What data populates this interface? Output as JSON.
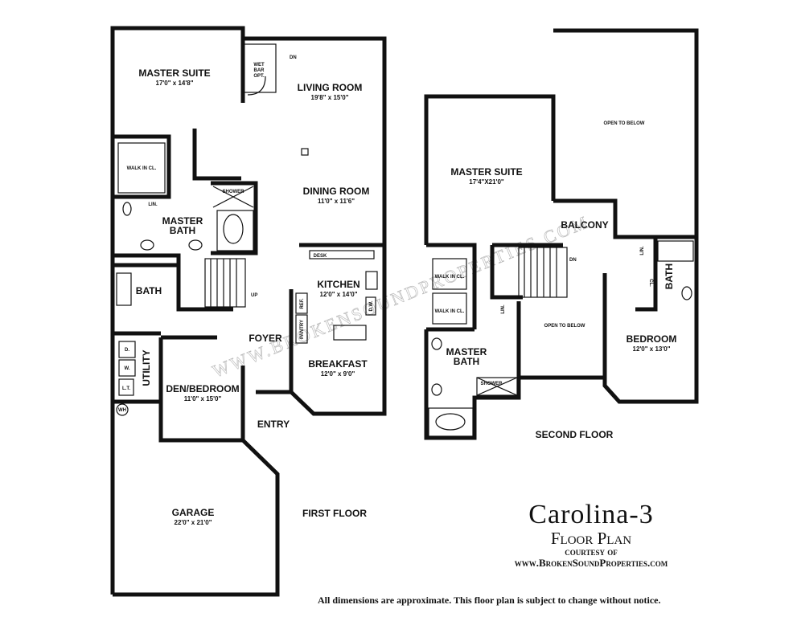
{
  "first_floor": {
    "label": "FIRST FLOOR",
    "rooms": [
      {
        "name": "MASTER SUITE",
        "dims": "17'0\" x 14'8\""
      },
      {
        "name": "LIVING ROOM",
        "dims": "19'8\" x 15'0\""
      },
      {
        "name": "DINING ROOM",
        "dims": "11'0\" x 11'6\""
      },
      {
        "name": "MASTER BATH",
        "dims": ""
      },
      {
        "name": "BATH",
        "dims": ""
      },
      {
        "name": "KITCHEN",
        "dims": "12'0\" x 14'0\""
      },
      {
        "name": "BREAKFAST",
        "dims": "12'0\" x 9'0\""
      },
      {
        "name": "FOYER",
        "dims": ""
      },
      {
        "name": "DEN/BEDROOM",
        "dims": "11'0\" x 15'0\""
      },
      {
        "name": "ENTRY",
        "dims": ""
      },
      {
        "name": "GARAGE",
        "dims": "22'0\" x 21'0\""
      },
      {
        "name": "UTILITY",
        "dims": ""
      }
    ],
    "fixtures": {
      "wet_bar": [
        "WET",
        "BAR",
        "OPT."
      ],
      "dn": "DN",
      "walk_in_closet": "WALK IN CL.",
      "linen": "LIN.",
      "shower": "SHOWER",
      "desk": "DESK",
      "ref": "REF.",
      "pantry": "PANTRY",
      "dw": "D.W.",
      "up": "UP",
      "dryer": "D.",
      "washer": "W.",
      "laundry_tub": "L.T.",
      "water_heater": "WH"
    }
  },
  "second_floor": {
    "label": "SECOND FLOOR",
    "rooms": [
      {
        "name": "MASTER SUITE",
        "dims": "17'4\"X21'0\""
      },
      {
        "name": "BALCONY",
        "dims": ""
      },
      {
        "name": "BEDROOM",
        "dims": "12'0\" x 13'0\""
      },
      {
        "name": "MASTER BATH",
        "dims": ""
      },
      {
        "name": "BATH",
        "dims": ""
      }
    ],
    "fixtures": {
      "open_to_below_1": "OPEN TO BELOW",
      "open_to_below_2": "OPEN TO BELOW",
      "walk_in_closet_1": "WALK IN CL.",
      "walk_in_closet_2": "WALK IN CL.",
      "linen_1": "LIN.",
      "linen_2": "LIN.",
      "closet": "CL.",
      "shower": "SHOWER",
      "dn": "DN"
    }
  },
  "title_block": {
    "model": "Carolina-3",
    "subtitle": "Floor Plan",
    "courtesy": "courtesy of",
    "website": "www.BrokenSoundProperties.com"
  },
  "watermark": "WWW.BROKENSOUNDPROPERTIES.COM",
  "disclaimer": "All dimensions are approximate. This floor plan is subject to change without notice."
}
